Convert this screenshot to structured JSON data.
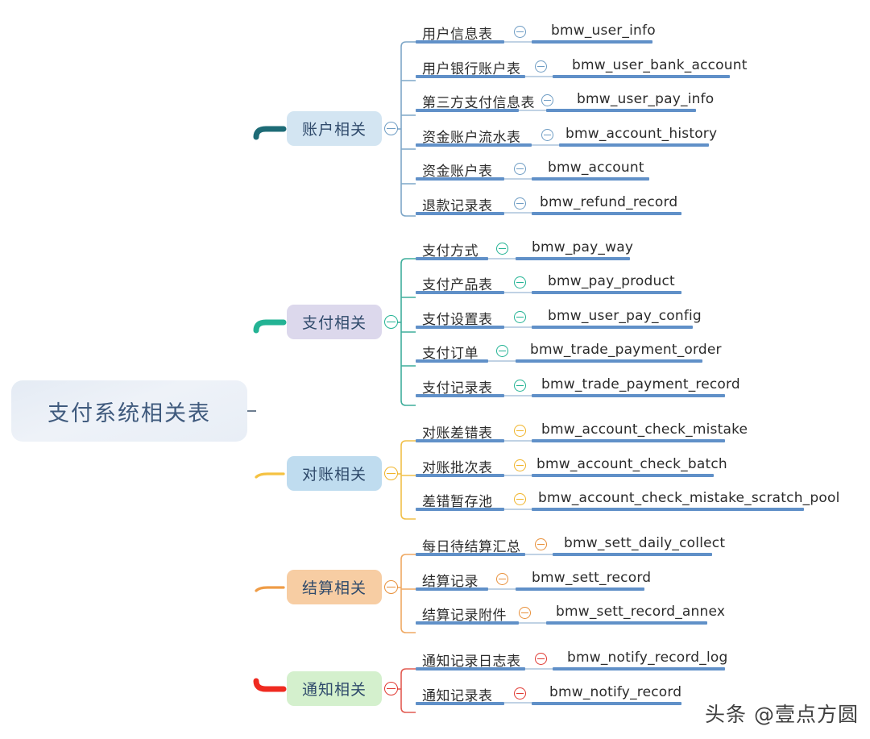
{
  "root": {
    "label": "支付系统相关表",
    "collapse_icon": "collapse-circle-minus-icon"
  },
  "watermark": {
    "text": "头条 @壹点方圆"
  },
  "colors": {
    "trunk_top": "#1d6b76",
    "trunk_mid": "#23b394",
    "trunk_bottom": "#ef2a20",
    "branch_account": "#1d6b76",
    "branch_payment": "#23b394",
    "branch_reconcile": "#f5c242",
    "branch_settle": "#ef9c46",
    "branch_notify": "#e03a33",
    "leaf_bar": "#6090c8",
    "root_text": "#3f5a7d",
    "leaf_text": "#2b2b2b"
  },
  "branches": [
    {
      "id": "account",
      "label": "账户相关",
      "node_bg": "#d3e5f2",
      "accent": "#1d6b76",
      "icon_class": "c-blue",
      "collapse_icon": "collapse-circle-minus-icon",
      "leaves": [
        {
          "cn": "用户信息表",
          "en": "bmw_user_info",
          "icon": "collapse-circle-minus-icon"
        },
        {
          "cn": "用户银行账户表",
          "en": "bmw_user_bank_account",
          "icon": "collapse-circle-minus-icon"
        },
        {
          "cn": "第三方支付信息表",
          "en": "bmw_user_pay_info",
          "icon": "collapse-circle-minus-icon"
        },
        {
          "cn": "资金账户流水表",
          "en": "bmw_account_history",
          "icon": "collapse-circle-minus-icon"
        },
        {
          "cn": "资金账户表",
          "en": "bmw_account",
          "icon": "collapse-circle-minus-icon"
        },
        {
          "cn": "退款记录表",
          "en": "bmw_refund_record",
          "icon": "collapse-circle-minus-icon"
        }
      ]
    },
    {
      "id": "payment",
      "label": "支付相关",
      "node_bg": "#dcd8ec",
      "accent": "#23b394",
      "icon_class": "c-green",
      "collapse_icon": "collapse-circle-minus-icon",
      "leaves": [
        {
          "cn": "支付方式",
          "en": "bmw_pay_way",
          "icon": "collapse-circle-minus-icon"
        },
        {
          "cn": "支付产品表",
          "en": "bmw_pay_product",
          "icon": "collapse-circle-minus-icon"
        },
        {
          "cn": "支付设置表",
          "en": "bmw_user_pay_config",
          "icon": "collapse-circle-minus-icon"
        },
        {
          "cn": "支付订单",
          "en": "bmw_trade_payment_order",
          "icon": "collapse-circle-minus-icon"
        },
        {
          "cn": "支付记录表",
          "en": "bmw_trade_payment_record",
          "icon": "collapse-circle-minus-icon"
        }
      ]
    },
    {
      "id": "reconcile",
      "label": "对账相关",
      "node_bg": "#bfdcef",
      "accent": "#f5c242",
      "icon_class": "c-yellow",
      "collapse_icon": "collapse-circle-minus-icon",
      "leaves": [
        {
          "cn": "对账差错表",
          "en": "bmw_account_check_mistake",
          "icon": "collapse-circle-minus-icon"
        },
        {
          "cn": "对账批次表",
          "en": "bmw_account_check_batch",
          "icon": "collapse-circle-minus-icon"
        },
        {
          "cn": "差错暂存池",
          "en": "bmw_account_check_mistake_scratch_pool",
          "icon": "collapse-circle-minus-icon"
        }
      ]
    },
    {
      "id": "settle",
      "label": "结算相关",
      "node_bg": "#f7cda3",
      "accent": "#ef9c46",
      "icon_class": "c-orange",
      "collapse_icon": "collapse-circle-minus-icon",
      "leaves": [
        {
          "cn": "每日待结算汇总",
          "en": "bmw_sett_daily_collect",
          "icon": "collapse-circle-minus-icon"
        },
        {
          "cn": "结算记录",
          "en": "bmw_sett_record",
          "icon": "collapse-circle-minus-icon"
        },
        {
          "cn": "结算记录附件",
          "en": "bmw_sett_record_annex",
          "icon": "collapse-circle-minus-icon"
        }
      ]
    },
    {
      "id": "notify",
      "label": "通知相关",
      "node_bg": "#d4f0cd",
      "accent": "#e03a33",
      "icon_class": "c-red",
      "collapse_icon": "collapse-circle-minus-icon",
      "leaves": [
        {
          "cn": "通知记录日志表",
          "en": "bmw_notify_record_log",
          "icon": "collapse-circle-minus-icon"
        },
        {
          "cn": "通知记录表",
          "en": "bmw_notify_record",
          "icon": "collapse-circle-minus-icon"
        }
      ]
    }
  ]
}
